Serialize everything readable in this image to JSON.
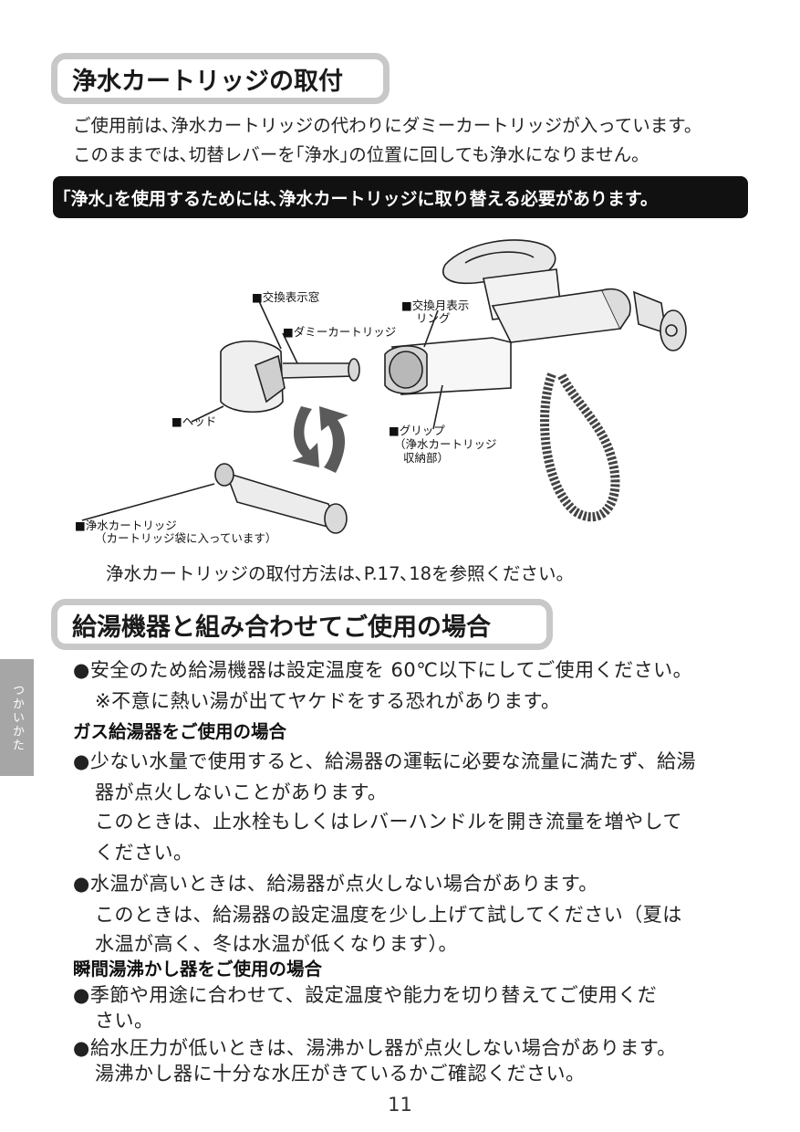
{
  "section1": {
    "title": "浄水カートリッジの取付",
    "intro": [
      "ご使用前は､浄水カートリッジの代わりにダミーカートリッジが入っています。",
      "このままでは､切替レバーを｢浄水｣の位置に回しても浄水になりません。"
    ],
    "banner": "｢浄水｣を使用するためには､浄水カートリッジに取り替える必要があります。",
    "figure_labels": {
      "window": "■交換表示窓",
      "dummy": "■ダミーカートリッジ",
      "ring_1": "■交換月表示",
      "ring_2": "リング",
      "head": "■ヘッド",
      "grip_1": "■グリップ",
      "grip_2": "（浄水カートリッジ",
      "grip_3": "収納部）",
      "cartridge_1": "■浄水カートリッジ",
      "cartridge_2": "（カートリッジ袋に入っています）"
    },
    "reference": "浄水カートリッジの取付方法は､P.17､18を参照ください。"
  },
  "section2": {
    "title": "給湯機器と組み合わせてご使用の場合",
    "lines": [
      "●安全のため給湯機器は設定温度を 60℃以下にしてご使用ください。",
      "※不意に熱い湯が出てヤケドをする恐れがあります。"
    ],
    "gas_heading": "ガス給湯器をご使用の場合",
    "gas_lines": [
      "●少ない水量で使用すると、給湯器の運転に必要な流量に満たず、給湯",
      "器が点火しないことがあります。",
      "このときは、止水栓もしくはレバーハンドルを開き流量を増やして",
      "ください。",
      "●水温が高いときは、給湯器が点火しない場合があります。",
      "このときは、給湯器の設定温度を少し上げて試してください（夏は",
      "水温が高く、冬は水温が低くなります）。"
    ],
    "instant_heading": "瞬間湯沸かし器をご使用の場合",
    "instant_lines": [
      "●季節や用途に合わせて、設定温度や能力を切り替えてご使用くだ",
      "さい。",
      "●給水圧力が低いときは、湯沸かし器が点火しない場合があります。",
      "湯沸かし器に十分な水圧がきているかご確認ください。"
    ]
  },
  "side_tab": "つかいかた",
  "page_number": "11"
}
